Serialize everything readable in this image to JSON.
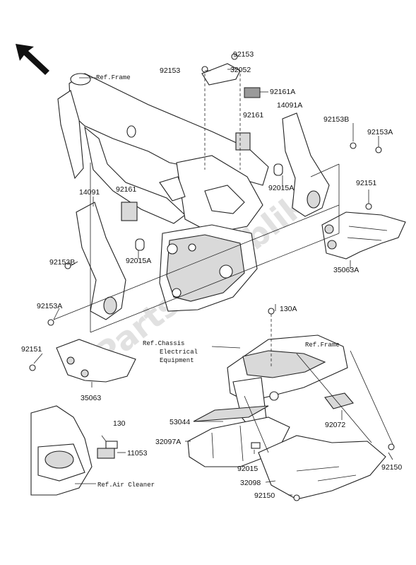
{
  "watermark": "PartsRepublik",
  "labels": {
    "p92153_top": "92153",
    "p32052": "32052",
    "p92153_left": "92153",
    "p92161A": "92161A",
    "p14091A": "14091A",
    "p92161_a": "92161",
    "p92153B_r": "92153B",
    "p92153A_r": "92153A",
    "p92015A_r": "92015A",
    "p92151_r": "92151",
    "p35063A": "35063A",
    "p14091": "14091",
    "p92161_b": "92161",
    "p92153B_l": "92153B",
    "p92015A_l": "92015A",
    "p92153A_l": "92153A",
    "p92151_l": "92151",
    "p35063": "35063",
    "p130A": "130A",
    "p53044": "53044",
    "p92072": "92072",
    "p32097A": "32097A",
    "p92015": "92015",
    "p32098": "32098",
    "p92150_r": "92150",
    "p92150_b": "92150",
    "p130": "130",
    "p11053": "11053"
  },
  "refs": {
    "frame_top": "Ref.Frame",
    "chassis_1": "Ref.Chassis",
    "chassis_2": "Electrical",
    "chassis_3": "Equipment",
    "frame_mid": "Ref.Frame",
    "air_cleaner": "Ref.Air Cleaner"
  }
}
